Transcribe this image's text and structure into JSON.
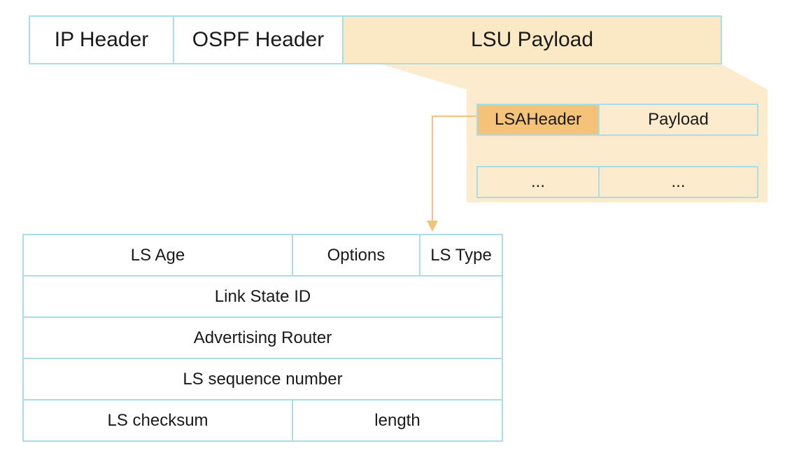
{
  "colors": {
    "border": "#a9dde8",
    "lsu_fill": "#fbe8c4",
    "expansion_fill": "#fbe8c4",
    "lsa_header_fill": "#f5c27a",
    "arrow": "#f5c27a"
  },
  "packet": {
    "ip_header": "IP Header",
    "ospf_header": "OSPF Header",
    "lsu_payload": "LSU Payload"
  },
  "lsu_contents": {
    "lsa_header": "LSAHeader",
    "payload": "Payload",
    "ellipsis_left": "...",
    "ellipsis_right": "..."
  },
  "lsa_header_fields": {
    "ls_age": "LS Age",
    "options": "Options",
    "ls_type": "LS Type",
    "link_state_id": "Link State ID",
    "advertising_router": "Advertising Router",
    "ls_sequence_number": "LS sequence number",
    "ls_checksum": "LS checksum",
    "length": "length"
  }
}
